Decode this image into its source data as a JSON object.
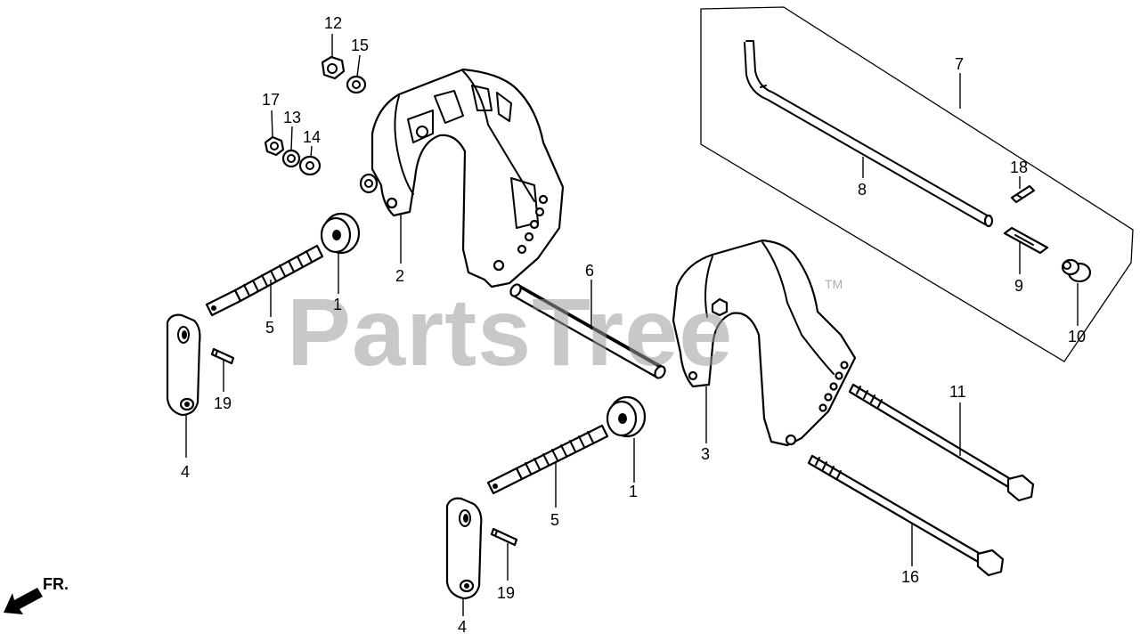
{
  "watermark": {
    "text": "PartsTree",
    "trademark": "TM"
  },
  "direction": {
    "label": "FR."
  },
  "callouts": [
    {
      "id": "c12",
      "label": "12"
    },
    {
      "id": "c15",
      "label": "15"
    },
    {
      "id": "c17",
      "label": "17"
    },
    {
      "id": "c13",
      "label": "13"
    },
    {
      "id": "c14",
      "label": "14"
    },
    {
      "id": "c1a",
      "label": "1"
    },
    {
      "id": "c2",
      "label": "2"
    },
    {
      "id": "c5a",
      "label": "5"
    },
    {
      "id": "c19a",
      "label": "19"
    },
    {
      "id": "c4a",
      "label": "4"
    },
    {
      "id": "c6",
      "label": "6"
    },
    {
      "id": "c7",
      "label": "7"
    },
    {
      "id": "c8",
      "label": "8"
    },
    {
      "id": "c18",
      "label": "18"
    },
    {
      "id": "c9",
      "label": "9"
    },
    {
      "id": "c10",
      "label": "10"
    },
    {
      "id": "c3",
      "label": "3"
    },
    {
      "id": "c11",
      "label": "11"
    },
    {
      "id": "c1b",
      "label": "1"
    },
    {
      "id": "c5b",
      "label": "5"
    },
    {
      "id": "c16",
      "label": "16"
    },
    {
      "id": "c19b",
      "label": "19"
    },
    {
      "id": "c4b",
      "label": "4"
    }
  ]
}
